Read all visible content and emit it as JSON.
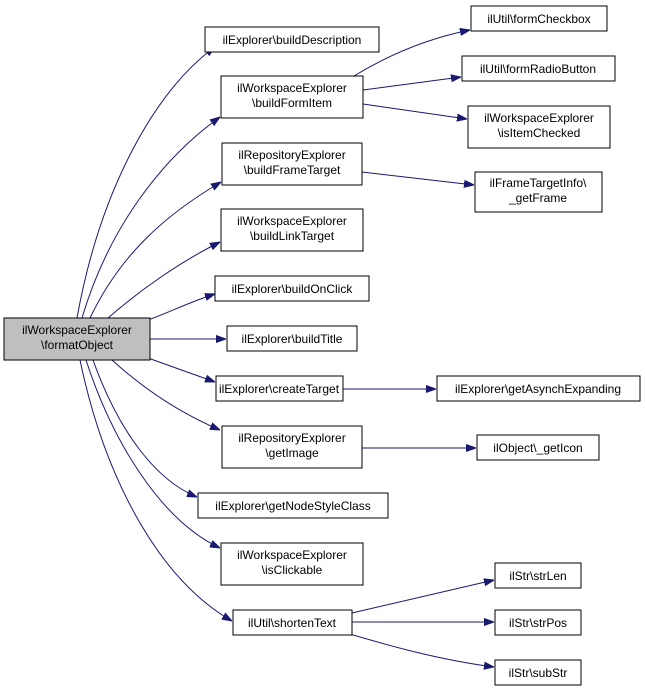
{
  "colors": {
    "edge": "#191970",
    "root_fill": "#bfbfbf",
    "node_fill": "#ffffff",
    "border": "#000000"
  },
  "nodes": [
    {
      "id": "root",
      "lines": [
        "ilWorkspaceExplorer",
        "\\formatObject"
      ]
    },
    {
      "id": "n1",
      "lines": [
        "ilExplorer\\buildDescription"
      ]
    },
    {
      "id": "n2",
      "lines": [
        "ilWorkspaceExplorer",
        "\\buildFormItem"
      ]
    },
    {
      "id": "n3",
      "lines": [
        "ilRepositoryExplorer",
        "\\buildFrameTarget"
      ]
    },
    {
      "id": "n4",
      "lines": [
        "ilWorkspaceExplorer",
        "\\buildLinkTarget"
      ]
    },
    {
      "id": "n5",
      "lines": [
        "ilExplorer\\buildOnClick"
      ]
    },
    {
      "id": "n6",
      "lines": [
        "ilExplorer\\buildTitle"
      ]
    },
    {
      "id": "n7",
      "lines": [
        "ilExplorer\\createTarget"
      ]
    },
    {
      "id": "n8",
      "lines": [
        "ilRepositoryExplorer",
        "\\getImage"
      ]
    },
    {
      "id": "n9",
      "lines": [
        "ilExplorer\\getNodeStyleClass"
      ]
    },
    {
      "id": "n10",
      "lines": [
        "ilWorkspaceExplorer",
        "\\isClickable"
      ]
    },
    {
      "id": "n11",
      "lines": [
        "ilUtil\\shortenText"
      ]
    },
    {
      "id": "n12",
      "lines": [
        "ilUtil\\formCheckbox"
      ]
    },
    {
      "id": "n13",
      "lines": [
        "ilUtil\\formRadioButton"
      ]
    },
    {
      "id": "n14",
      "lines": [
        "ilWorkspaceExplorer",
        "\\isItemChecked"
      ]
    },
    {
      "id": "n15",
      "lines": [
        "ilFrameTargetInfo\\",
        "_getFrame"
      ]
    },
    {
      "id": "n16",
      "lines": [
        "ilExplorer\\getAsynchExpanding"
      ]
    },
    {
      "id": "n17",
      "lines": [
        "ilObject\\_getIcon"
      ]
    },
    {
      "id": "n18",
      "lines": [
        "ilStr\\strLen"
      ]
    },
    {
      "id": "n19",
      "lines": [
        "ilStr\\strPos"
      ]
    },
    {
      "id": "n20",
      "lines": [
        "ilStr\\subStr"
      ]
    }
  ]
}
